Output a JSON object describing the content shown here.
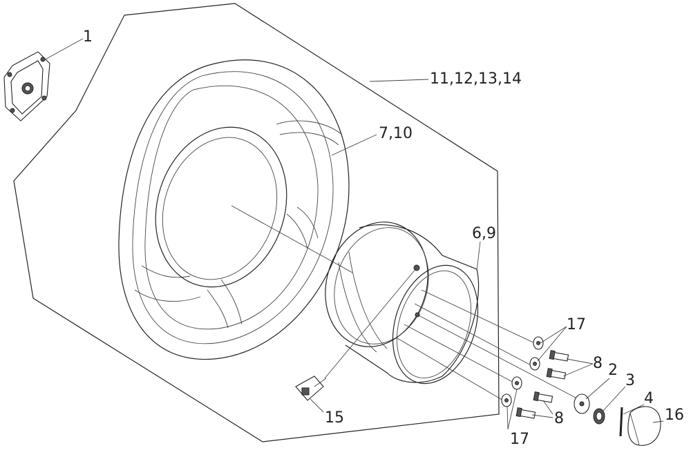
{
  "diagram": {
    "callouts": [
      {
        "id": "hub",
        "text": "1"
      },
      {
        "id": "tire_group",
        "text": "11,12,13,14"
      },
      {
        "id": "tire",
        "text": "7,10"
      },
      {
        "id": "rim",
        "text": "6,9"
      },
      {
        "id": "washer_top",
        "text": "17"
      },
      {
        "id": "bolt_top",
        "text": "8"
      },
      {
        "id": "washer_plate",
        "text": "2"
      },
      {
        "id": "nut",
        "text": "3"
      },
      {
        "id": "pin",
        "text": "4"
      },
      {
        "id": "cap",
        "text": "16"
      },
      {
        "id": "bolt_bottom",
        "text": "8"
      },
      {
        "id": "valve",
        "text": "15"
      },
      {
        "id": "washer_bottom",
        "text": "17"
      }
    ]
  }
}
